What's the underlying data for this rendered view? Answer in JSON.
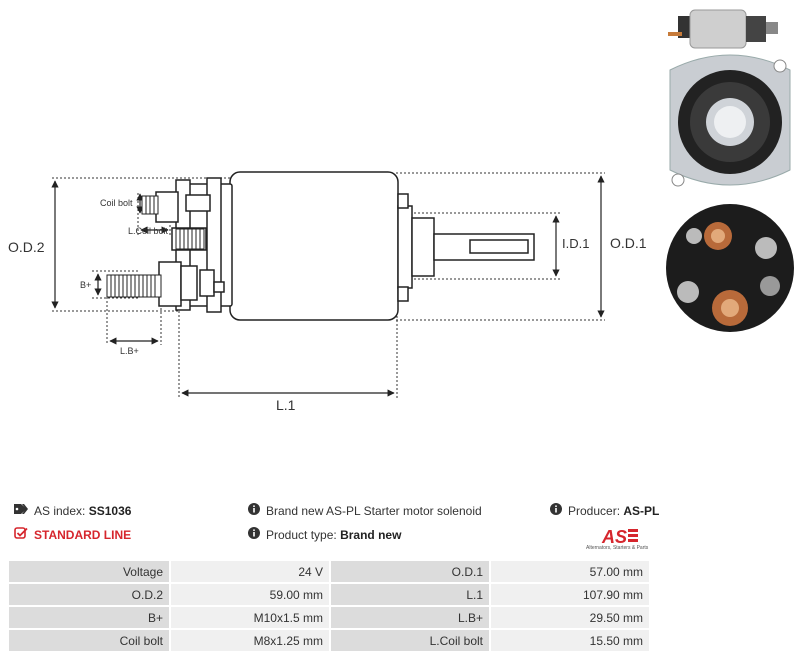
{
  "drawing": {
    "labels": {
      "od2": "O.D.2",
      "od1": "O.D.1",
      "id1": "I.D.1",
      "l1": "L.1",
      "coil_bolt": "Coil bolt",
      "l_coil_bolt": "L.Coil bolt",
      "bplus": "B+",
      "lbplus": "L.B+"
    }
  },
  "info": {
    "as_index_label": "AS index:",
    "as_index_value": "SS1036",
    "standard_line": "STANDARD LINE",
    "description": "Brand new AS-PL Starter motor solenoid",
    "product_type_label": "Product type:",
    "product_type_value": "Brand new",
    "producer_label": "Producer:",
    "producer_value": "AS-PL",
    "logo_text": "AS",
    "logo_subtitle": "Alternators, Starters & Parts"
  },
  "colors": {
    "accent": "#d6262d"
  },
  "specs": [
    {
      "k1": "Voltage",
      "v1": "24 V",
      "k2": "O.D.1",
      "v2": "57.00 mm"
    },
    {
      "k1": "O.D.2",
      "v1": "59.00 mm",
      "k2": "L.1",
      "v2": "107.90 mm"
    },
    {
      "k1": "B+",
      "v1": "M10x1.5 mm",
      "k2": "L.B+",
      "v2": "29.50 mm"
    },
    {
      "k1": "Coil bolt",
      "v1": "M8x1.25 mm",
      "k2": "L.Coil bolt",
      "v2": "15.50 mm"
    }
  ]
}
